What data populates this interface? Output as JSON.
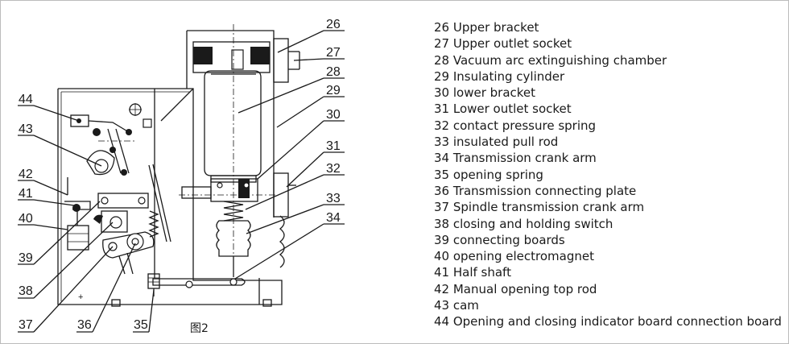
{
  "figure_caption": "图2",
  "callouts": [
    "26",
    "27",
    "28",
    "29",
    "30",
    "31",
    "32",
    "33",
    "34",
    "35",
    "36",
    "37",
    "38",
    "39",
    "40",
    "41",
    "42",
    "43",
    "44"
  ],
  "legend": [
    "26 Upper bracket",
    "27 Upper outlet socket",
    "28 Vacuum arc extinguishing chamber",
    "29 Insulating cylinder",
    "30 lower bracket",
    "31 Lower outlet socket",
    "32 contact pressure spring",
    "33 insulated pull rod",
    "34 Transmission crank arm",
    "35 opening spring",
    "36 Transmission connecting plate",
    "37 Spindle transmission crank arm",
    "38 closing and holding switch",
    "39 connecting boards",
    "40 opening electromagnet",
    "41 Half shaft",
    "42 Manual opening top rod",
    "43 cam",
    "44 Opening and closing indicator board connection board"
  ]
}
